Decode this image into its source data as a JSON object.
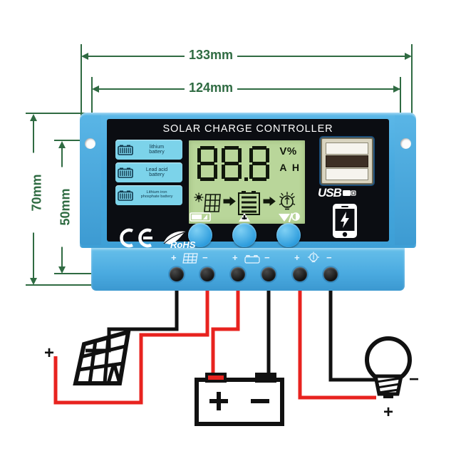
{
  "dimensions": {
    "outer_width": "133mm",
    "inner_width": "124mm",
    "outer_height": "70mm",
    "inner_height": "50mm",
    "line_color": "#2f6b42"
  },
  "device": {
    "title": "SOLAR CHARGE CONTROLLER",
    "body_color": "#46a8de",
    "panel_color": "#0b0d12",
    "battery_types": [
      {
        "label_line1": "lithium",
        "label_line2": "battery",
        "icon": "battery-icon"
      },
      {
        "label_line1": "Lead acid",
        "label_line2": "battery",
        "icon": "battery-icon"
      },
      {
        "label_line1": "Lithium iron",
        "label_line2": "phosphate battery",
        "icon": "battery-icon"
      }
    ],
    "lcd": {
      "reading": "88.8",
      "unit_top": "V%",
      "unit_bottom": "A H",
      "background": "#b9d69a",
      "flow_icons": [
        "sun-icon",
        "solar-panel-icon",
        "arrow-right-icon",
        "battery-icon",
        "arrow-right-icon",
        "light-bulb-icon"
      ]
    },
    "usb": {
      "label": "USB",
      "port_icon": "dual-usb-port-icon",
      "phone_icon": "phone-charging-icon"
    },
    "buttons": [
      {
        "name": "menu-button",
        "icon": "battery-select-icon"
      },
      {
        "name": "up-button",
        "icon": "up-triangle-icon"
      },
      {
        "name": "down-light-button",
        "icon": "down-triangle-light-icon"
      }
    ],
    "certifications": [
      {
        "name": "ce-mark",
        "label": "CE"
      },
      {
        "name": "rohs-mark",
        "label": "RoHS"
      }
    ],
    "terminals": [
      {
        "polarity": "+",
        "group": "solar",
        "wire": "black"
      },
      {
        "polarity": "−",
        "group": "solar",
        "wire": "red"
      },
      {
        "polarity": "+",
        "group": "battery",
        "wire": "red"
      },
      {
        "polarity": "−",
        "group": "battery",
        "wire": "black"
      },
      {
        "polarity": "+",
        "group": "load",
        "wire": "red"
      },
      {
        "polarity": "−",
        "group": "load",
        "wire": "black"
      }
    ],
    "terminal_groups": [
      {
        "icon": "solar-panel-icon",
        "plus": "+",
        "minus": "−"
      },
      {
        "icon": "battery-icon",
        "plus": "+",
        "minus": "−"
      },
      {
        "icon": "light-bulb-icon",
        "plus": "+",
        "minus": "−"
      }
    ]
  },
  "wiring": {
    "solar_panel": {
      "icon": "solar-panel-icon",
      "plus": "+"
    },
    "battery": {
      "icon": "battery-icon",
      "plus": "+",
      "minus": "−"
    },
    "lamp": {
      "icon": "light-bulb-icon",
      "plus": "+",
      "minus": "−"
    },
    "wire_colors": {
      "positive": "#e8231f",
      "negative": "#111111"
    }
  }
}
